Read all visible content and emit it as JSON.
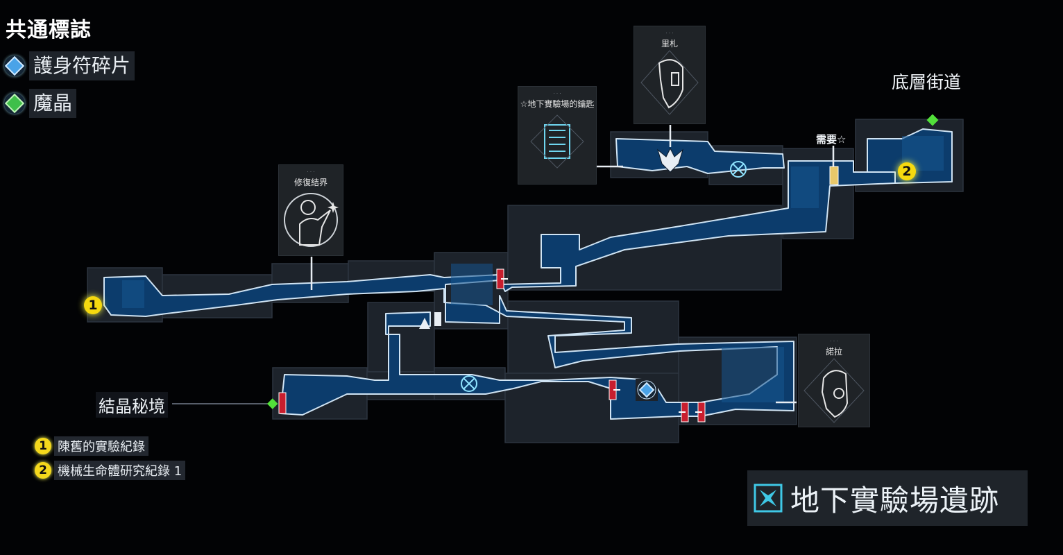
{
  "legend": {
    "title": "共通標誌",
    "items": [
      {
        "label": "護身符碎片",
        "icon": "amulet-shard-icon",
        "color": "#4aa3e8"
      },
      {
        "label": "魔晶",
        "icon": "magic-crystal-icon",
        "color": "#3fbf4a"
      }
    ]
  },
  "cards": {
    "key_card": {
      "name": "☆地下實驗場的鑰匙"
    },
    "boss_top": {
      "name": "里札"
    },
    "skill_card": {
      "name": "修復結界"
    },
    "boss_right": {
      "name": "諾拉"
    }
  },
  "labels": {
    "street": "底層街道",
    "requires": "需要☆",
    "crystal_realm": "結晶秘境"
  },
  "map_badges": {
    "one": "1",
    "two": "2"
  },
  "notes": [
    {
      "badge": "1",
      "text": "陳舊的實驗紀錄"
    },
    {
      "badge": "2",
      "text": "機械生命體研究紀錄 1"
    }
  ],
  "region": {
    "name": "地下實驗場遺跡",
    "icon": "region-icon"
  },
  "colors": {
    "room_fill": "#0c3c6c",
    "room_frame": "#20262e",
    "outline": "#d0e4f4",
    "accent_green": "#52e03a",
    "badge_yellow": "#f5d90f",
    "door_red": "#c81e2e"
  }
}
